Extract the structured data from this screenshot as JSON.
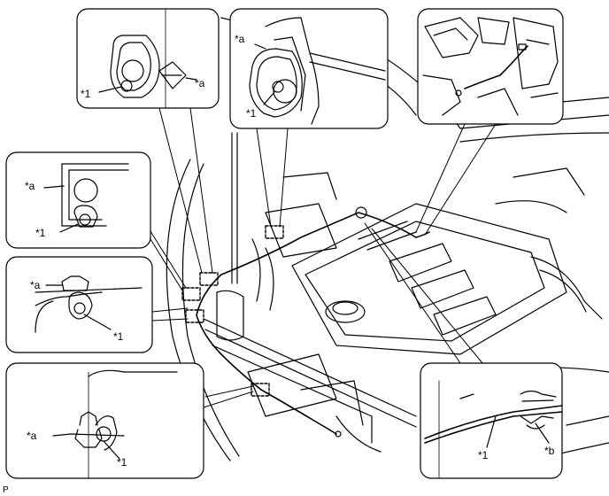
{
  "figure_code": "P",
  "callouts": [
    {
      "id": "top-left",
      "labels": {
        "a": "*a",
        "one": "*1"
      }
    },
    {
      "id": "top-middle",
      "labels": {
        "a": "*a",
        "one": "*1"
      }
    },
    {
      "id": "mid-left-1",
      "labels": {
        "a": "*a",
        "one": "*1"
      }
    },
    {
      "id": "mid-left-2",
      "labels": {
        "a": "*a",
        "one": "*1"
      }
    },
    {
      "id": "bottom-left",
      "labels": {
        "a": "*a",
        "one": "*1"
      }
    },
    {
      "id": "bottom-right",
      "labels": {
        "one": "*1",
        "b": "*b"
      }
    }
  ]
}
